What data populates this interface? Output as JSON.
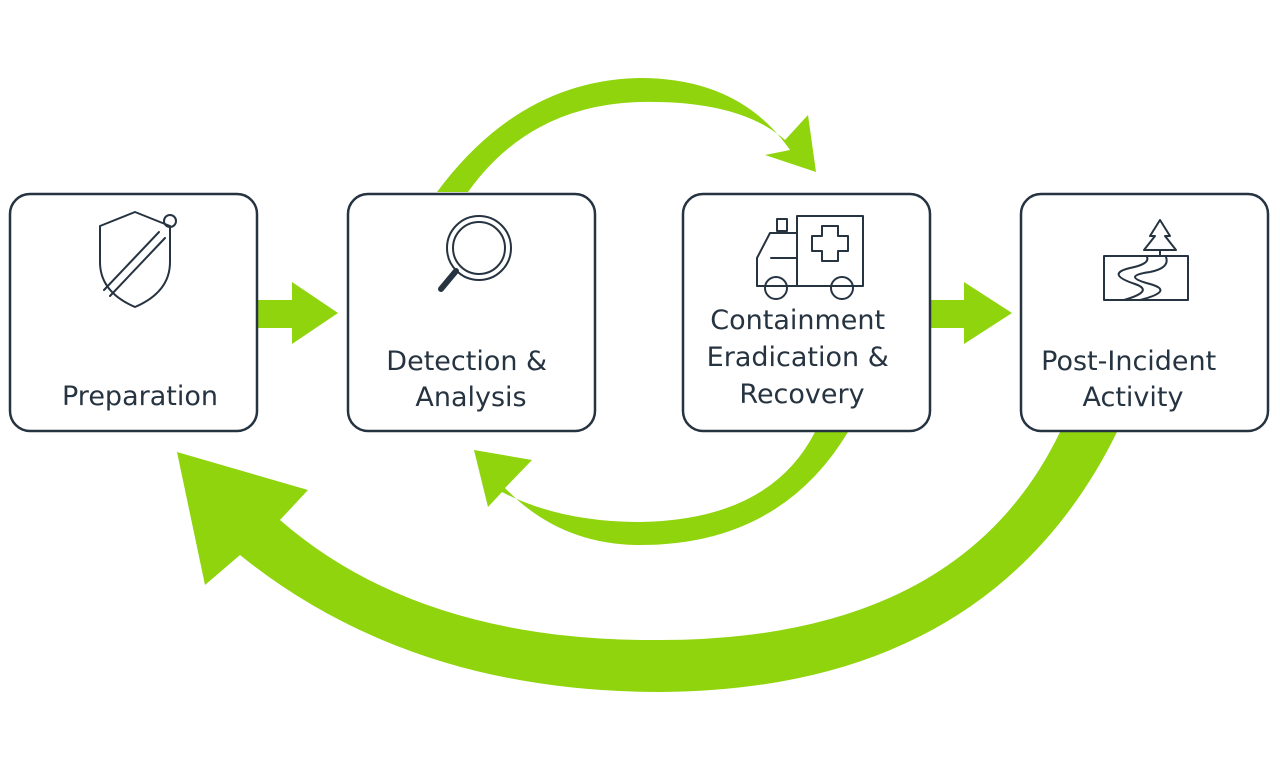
{
  "colors": {
    "accent": "#8fd40c",
    "outline": "#263340",
    "text": "#263340",
    "background": "#ffffff"
  },
  "stages": [
    {
      "id": "preparation",
      "icon": "shield-dropper-icon",
      "lines": [
        "Preparation"
      ]
    },
    {
      "id": "detection-analysis",
      "icon": "magnifier-icon",
      "lines": [
        "Detection &",
        "Analysis"
      ]
    },
    {
      "id": "containment",
      "icon": "ambulance-icon",
      "lines": [
        "Containment",
        "Eradication &",
        "Recovery"
      ]
    },
    {
      "id": "post-incident",
      "icon": "landscape-icon",
      "lines": [
        "Post-Incident",
        "Activity"
      ]
    }
  ],
  "arrows": [
    {
      "name": "arrow-preparation-to-detection",
      "from": "preparation",
      "to": "detection-analysis"
    },
    {
      "name": "arrow-detection-to-containment",
      "from": "detection-analysis",
      "to": "containment"
    },
    {
      "name": "arrow-containment-to-detection",
      "from": "containment",
      "to": "detection-analysis"
    },
    {
      "name": "arrow-containment-to-post-incident",
      "from": "containment",
      "to": "post-incident"
    },
    {
      "name": "arrow-post-incident-to-preparation",
      "from": "post-incident",
      "to": "preparation"
    }
  ]
}
